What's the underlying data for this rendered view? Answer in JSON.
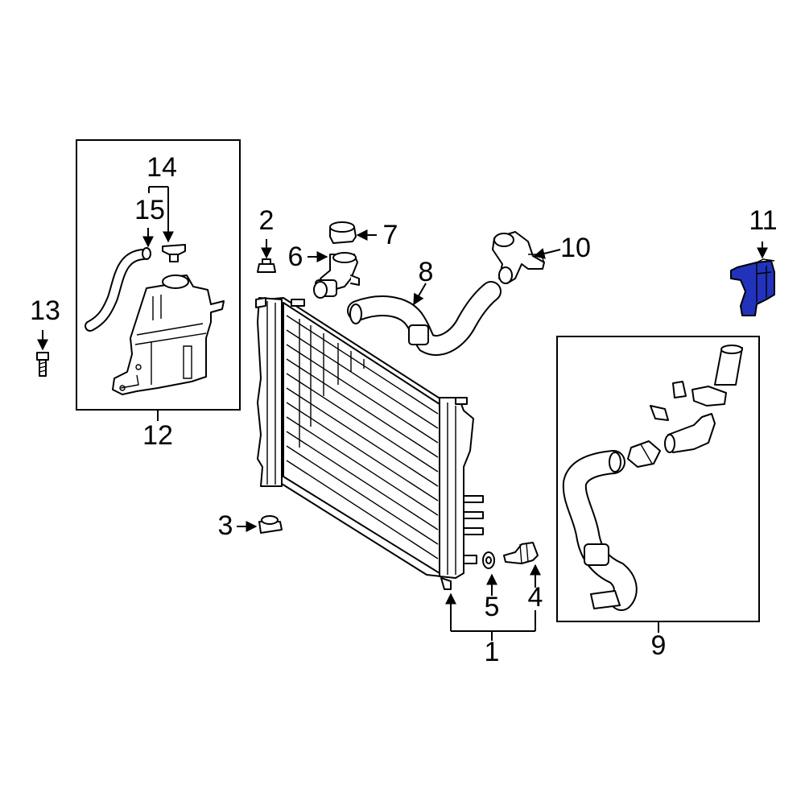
{
  "callouts": {
    "c1": "1",
    "c2": "2",
    "c3": "3",
    "c4": "4",
    "c5": "5",
    "c6": "6",
    "c7": "7",
    "c8": "8",
    "c9": "9",
    "c10": "10",
    "c11": "11",
    "c12": "12",
    "c13": "13",
    "c14": "14",
    "c15": "15"
  },
  "colors": {
    "highlight": "#2233bb",
    "line": "#000000",
    "background": "#ffffff"
  },
  "highlighted_part": "11"
}
